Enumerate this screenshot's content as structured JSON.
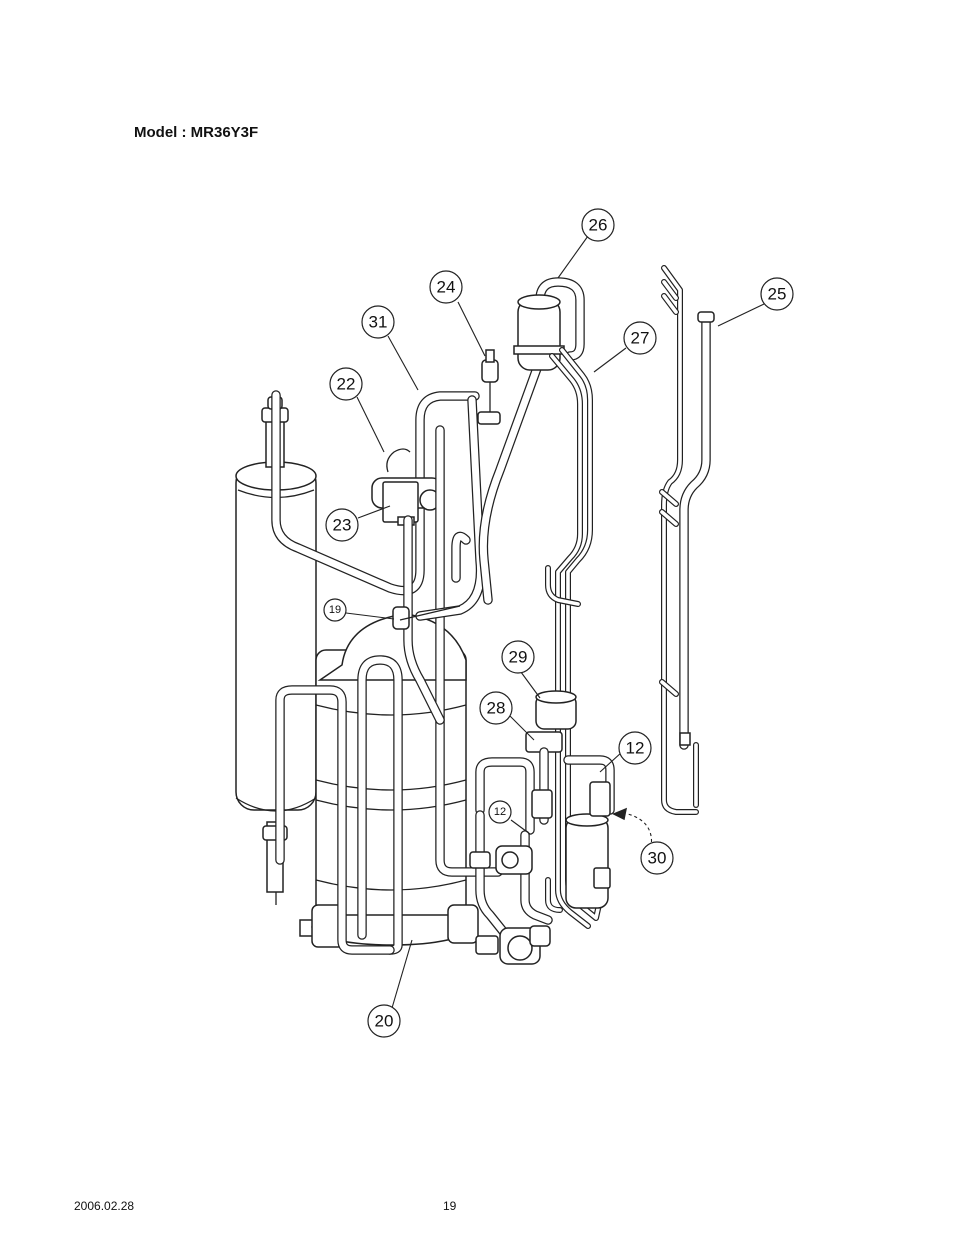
{
  "header": {
    "model_title": "Model : MR36Y3F"
  },
  "footer": {
    "date": "2006.02.28",
    "page": "19"
  },
  "callouts": {
    "c26": "26",
    "c24": "24",
    "c25": "25",
    "c31": "31",
    "c27": "27",
    "c22": "22",
    "c23": "23",
    "c19": "19",
    "c29": "29",
    "c28": "28",
    "c12a": "12",
    "c12b": "12",
    "c30": "30",
    "c20": "20"
  }
}
